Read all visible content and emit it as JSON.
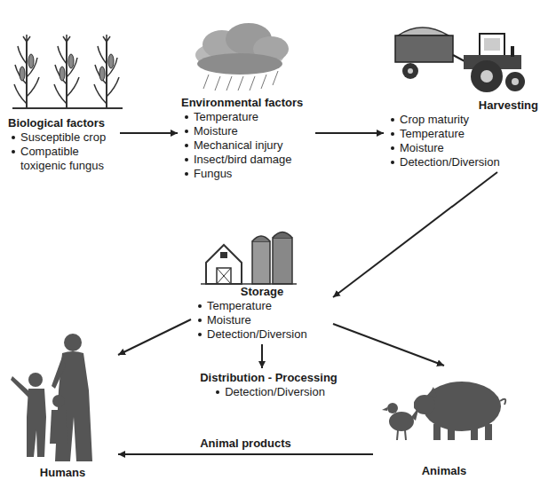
{
  "diagram": {
    "nodes": [
      {
        "text": [
          "Biological factors",
          "Susceptible crop",
          "Compatible toxigenic fungus"
        ]
      },
      {
        "text": [
          "Environmental factors",
          "Temperature",
          "Moisture",
          "Mechanical injury",
          "Insect/bird damage",
          "Fungus"
        ]
      },
      {
        "text": [
          "Harvesting",
          "Crop maturity",
          "Temperature",
          "Moisture",
          "Detection/Diversion"
        ]
      },
      {
        "text": [
          "Storage",
          "Temperature",
          "Moisture",
          "Detection/Diversion"
        ]
      },
      {
        "text": [
          "Distribution - Processing",
          "Detection/Diversion"
        ]
      },
      {
        "text": [
          "Humans"
        ]
      },
      {
        "text": [
          "Animals"
        ]
      }
    ],
    "edges": [
      {
        "from": 0,
        "to": 1,
        "arrow": "to"
      },
      {
        "from": 1,
        "to": 2,
        "arrow": "to"
      },
      {
        "from": 2,
        "to": 3,
        "arrow": "to"
      },
      {
        "from": 3,
        "to": 4,
        "arrow": "to"
      },
      {
        "from": 3,
        "to": 5,
        "arrow": "to"
      },
      {
        "from": 3,
        "to": 6,
        "arrow": "to"
      },
      {
        "from": 6,
        "to": 5,
        "label": "Animal products",
        "arrow": "to"
      }
    ]
  }
}
